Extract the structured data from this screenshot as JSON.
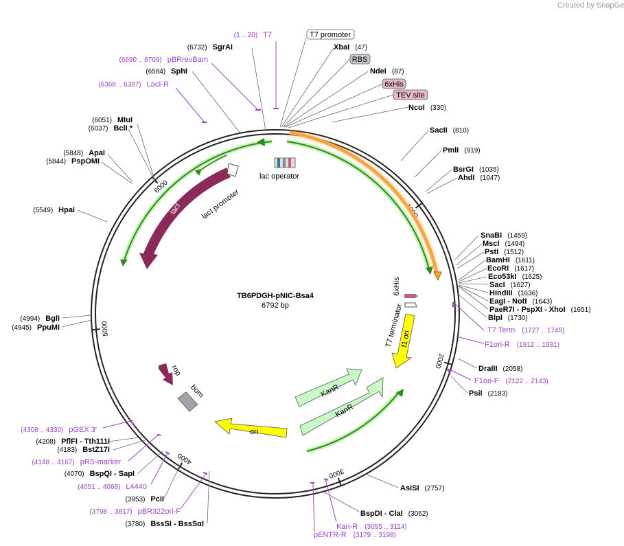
{
  "title": "TB6PDGH-pNIC-Bsa4",
  "length_label": "6792 bp",
  "credit": "Created by SnapGene",
  "colors": {
    "backbone": "#222222",
    "primer": "#a040c8",
    "cds_green": "#c8f7c8",
    "lacI": "#8b2a5a",
    "ori": "#ffff00",
    "orange": "#f4a640",
    "arrow_green": "#2d8a1e"
  },
  "ticks": [
    {
      "label": "1000",
      "bp": 1000
    },
    {
      "label": "2000",
      "bp": 2000
    },
    {
      "label": "3000",
      "bp": 3000
    },
    {
      "label": "4000",
      "bp": 4000
    },
    {
      "label": "5000",
      "bp": 5000
    },
    {
      "label": "6000",
      "bp": 6000
    }
  ],
  "boxed_features": [
    {
      "label": "T7 promoter",
      "style": "white"
    },
    {
      "label": "RBS",
      "style": "grey"
    },
    {
      "label": "6xHis",
      "style": "pink"
    },
    {
      "label": "TEV site",
      "style": "pink"
    }
  ],
  "enzymes_right": [
    {
      "name": "XbaI",
      "pos": "(47)"
    },
    {
      "name": "NdeI",
      "pos": "(87)"
    },
    {
      "name": "NcoI",
      "pos": "(330)"
    },
    {
      "name": "SacII",
      "pos": "(810)"
    },
    {
      "name": "PmlI",
      "pos": "(919)"
    },
    {
      "name": "BsrGI",
      "pos": "(1035)"
    },
    {
      "name": "AhdI",
      "pos": "(1047)"
    },
    {
      "name": "SnaBI",
      "pos": "(1459)"
    },
    {
      "name": "MscI",
      "pos": "(1494)"
    },
    {
      "name": "PstI",
      "pos": "(1512)"
    },
    {
      "name": "BamHI",
      "pos": "(1611)"
    },
    {
      "name": "EcoRI",
      "pos": "(1617)"
    },
    {
      "name": "Eco53kI",
      "pos": "(1625)"
    },
    {
      "name": "SacI",
      "pos": "(1627)"
    },
    {
      "name": "HindIII",
      "pos": "(1636)"
    },
    {
      "name": "EagI - NotI",
      "pos": "(1643)"
    },
    {
      "name": "PaeR7I - PspXI - XhoI",
      "pos": "(1651)"
    },
    {
      "name": "BlpI",
      "pos": "(1730)"
    },
    {
      "name": "DraIII",
      "pos": "(2058)"
    },
    {
      "name": "PsiI",
      "pos": "(2183)"
    },
    {
      "name": "AsiSI",
      "pos": "(2757)"
    },
    {
      "name": "BspDI - ClaI",
      "pos": "(3062)"
    }
  ],
  "enzymes_left": [
    {
      "name": "SgrAI",
      "pos": "(6732)"
    },
    {
      "name": "SphI",
      "pos": "(6584)"
    },
    {
      "name": "MluI",
      "pos": "(6051)"
    },
    {
      "name": "BclI *",
      "pos": "(6037)"
    },
    {
      "name": "ApaI",
      "pos": "(5848)"
    },
    {
      "name": "PspOMI",
      "pos": "(5844)"
    },
    {
      "name": "HpaI",
      "pos": "(5549)"
    },
    {
      "name": "BglI",
      "pos": "(4994)"
    },
    {
      "name": "PpuMI",
      "pos": "(4945)"
    },
    {
      "name": "PflFI - Tth111I",
      "pos": "(4208)"
    },
    {
      "name": "BstZ17I",
      "pos": "(4183)"
    },
    {
      "name": "BspQI - SapI",
      "pos": "(4070)"
    },
    {
      "name": "PciI",
      "pos": "(3953)"
    },
    {
      "name": "BssSI - BssSαI",
      "pos": "(3780)"
    }
  ],
  "primers": [
    {
      "name": "T7",
      "range": "(1 .. 20)"
    },
    {
      "name": "pBRrevBam",
      "range": "(6690 .. 6709)"
    },
    {
      "name": "LacI-R",
      "range": "(6368 .. 6387)"
    },
    {
      "name": "T7 Term",
      "range": "(1727 .. 1745)"
    },
    {
      "name": "F1ori-R",
      "range": "(1912 .. 1931)"
    },
    {
      "name": "F1ori-F",
      "range": "(2122 .. 2143)"
    },
    {
      "name": "Kan-R",
      "range": "(3095 .. 3114)"
    },
    {
      "name": "pENTR-R",
      "range": "(3179 .. 3198)"
    },
    {
      "name": "pGEX 3'",
      "range": "(4308 .. 4330)"
    },
    {
      "name": "pRS-marker",
      "range": "(4148 .. 4167)"
    },
    {
      "name": "L4440",
      "range": "(4051 .. 4068)"
    },
    {
      "name": "pBR322ori-F",
      "range": "(3798 .. 3817)"
    }
  ],
  "features": {
    "lac_operator": "lac operator",
    "lacI_promoter": "lacI promoter",
    "lacI": "lacI",
    "sixhis_inner": "6xHis",
    "t7_terminator": "T7 terminator",
    "f1_ori": "f1 ori",
    "kanR_1": "KanR",
    "kanR_2": "KanR",
    "ori": "ori",
    "rop": "rop",
    "bom": "bom"
  }
}
